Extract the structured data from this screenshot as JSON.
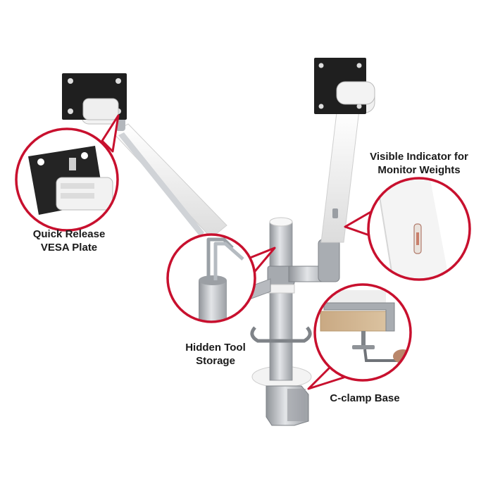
{
  "callouts": {
    "quick_release": {
      "line1": "Quick Release",
      "line2": "VESA Plate"
    },
    "visible_indicator": {
      "line1": "Visible Indicator for",
      "line2": "Monitor Weights"
    },
    "hidden_tool": {
      "line1": "Hidden Tool",
      "line2": "Storage"
    },
    "c_clamp": {
      "line1": "C-clamp Base"
    }
  },
  "colors": {
    "accent_red": "#c8102e",
    "arm_white": "#f4f4f4",
    "aluminum": "#b9bcc0",
    "aluminum_dark": "#8f9398",
    "vesa_black": "#1f1f1f",
    "wood": "#cfb28d"
  }
}
